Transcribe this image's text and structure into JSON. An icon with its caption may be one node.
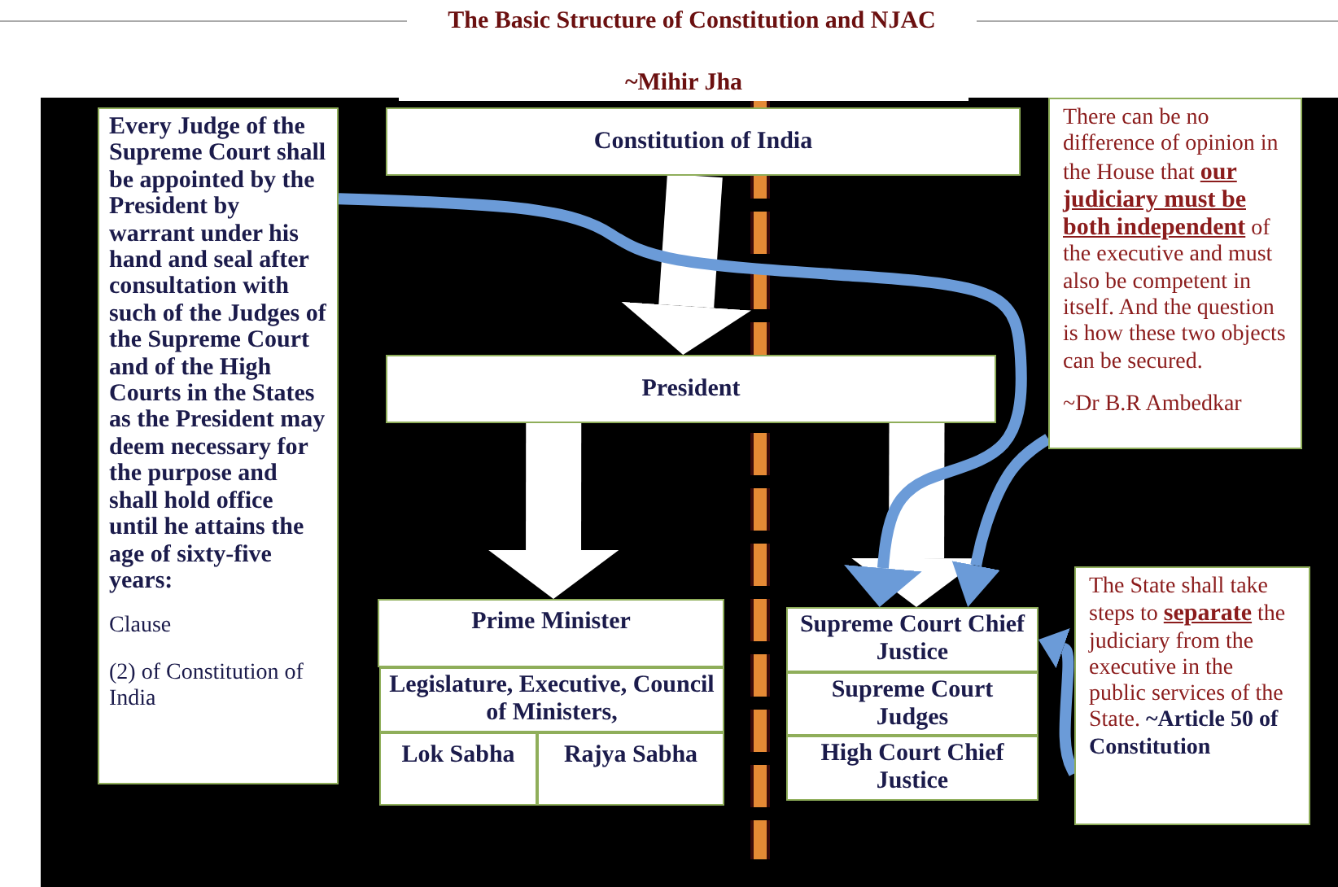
{
  "diagram": {
    "title": "The Basic Structure of Constitution and NJAC",
    "nodes": [
      {
        "text": [
          "Constitution of India"
        ]
      },
      {
        "text": [
          "President"
        ]
      },
      {
        "text": [
          "Every Judge of the Supreme Court shall be appointed by the President by warrant under his hand and seal after consultation with such of the Judges of the Supreme Court and of the High Courts in the States as the President may deem necessary for the purpose and shall hold office until he attains the age of sixty-five years:",
          "Clause",
          "(2) of Constitution of India"
        ]
      },
      {
        "text": [
          "Prime Minister"
        ]
      },
      {
        "text": [
          "Legislature, Executive, Council of Ministers,"
        ]
      },
      {
        "text": [
          "Lok Sabha"
        ]
      },
      {
        "text": [
          "Rajya  Sabha"
        ]
      },
      {
        "text": [
          "Supreme Court Chief Justice"
        ]
      },
      {
        "text": [
          "Supreme Court Judges"
        ]
      },
      {
        "text": [
          "High Court Chief Justice"
        ]
      },
      {
        "text": [
          "There can be no difference of opinion in the House that **our judiciary must be both independent** of the executive and must also be competent in itself. And the question is how these two objects can be secured.",
          "~Dr B.R Ambedkar"
        ]
      },
      {
        "text": [
          "The State shall take steps to **separate** the judiciary from the executive in the public services of the State. **~Article 50 of Constitution**"
        ]
      }
    ],
    "edges": [
      {
        "from": 0,
        "to": 1,
        "arrow": "to",
        "style": "thick"
      },
      {
        "from": 1,
        "to": 3,
        "arrow": "to",
        "style": "thick"
      },
      {
        "from": 1,
        "to": 7,
        "arrow": "to",
        "style": "thick"
      },
      {
        "from": 2,
        "to": 7,
        "arrow": "to",
        "color": "#6b9bd8"
      },
      {
        "from": 10,
        "to": 7,
        "arrow": "to",
        "color": "#6b9bd8"
      },
      {
        "from": 11,
        "to": 7,
        "arrow": "to",
        "color": "#6b9bd8"
      }
    ],
    "labels": [
      "~Mihir Jha"
    ]
  }
}
